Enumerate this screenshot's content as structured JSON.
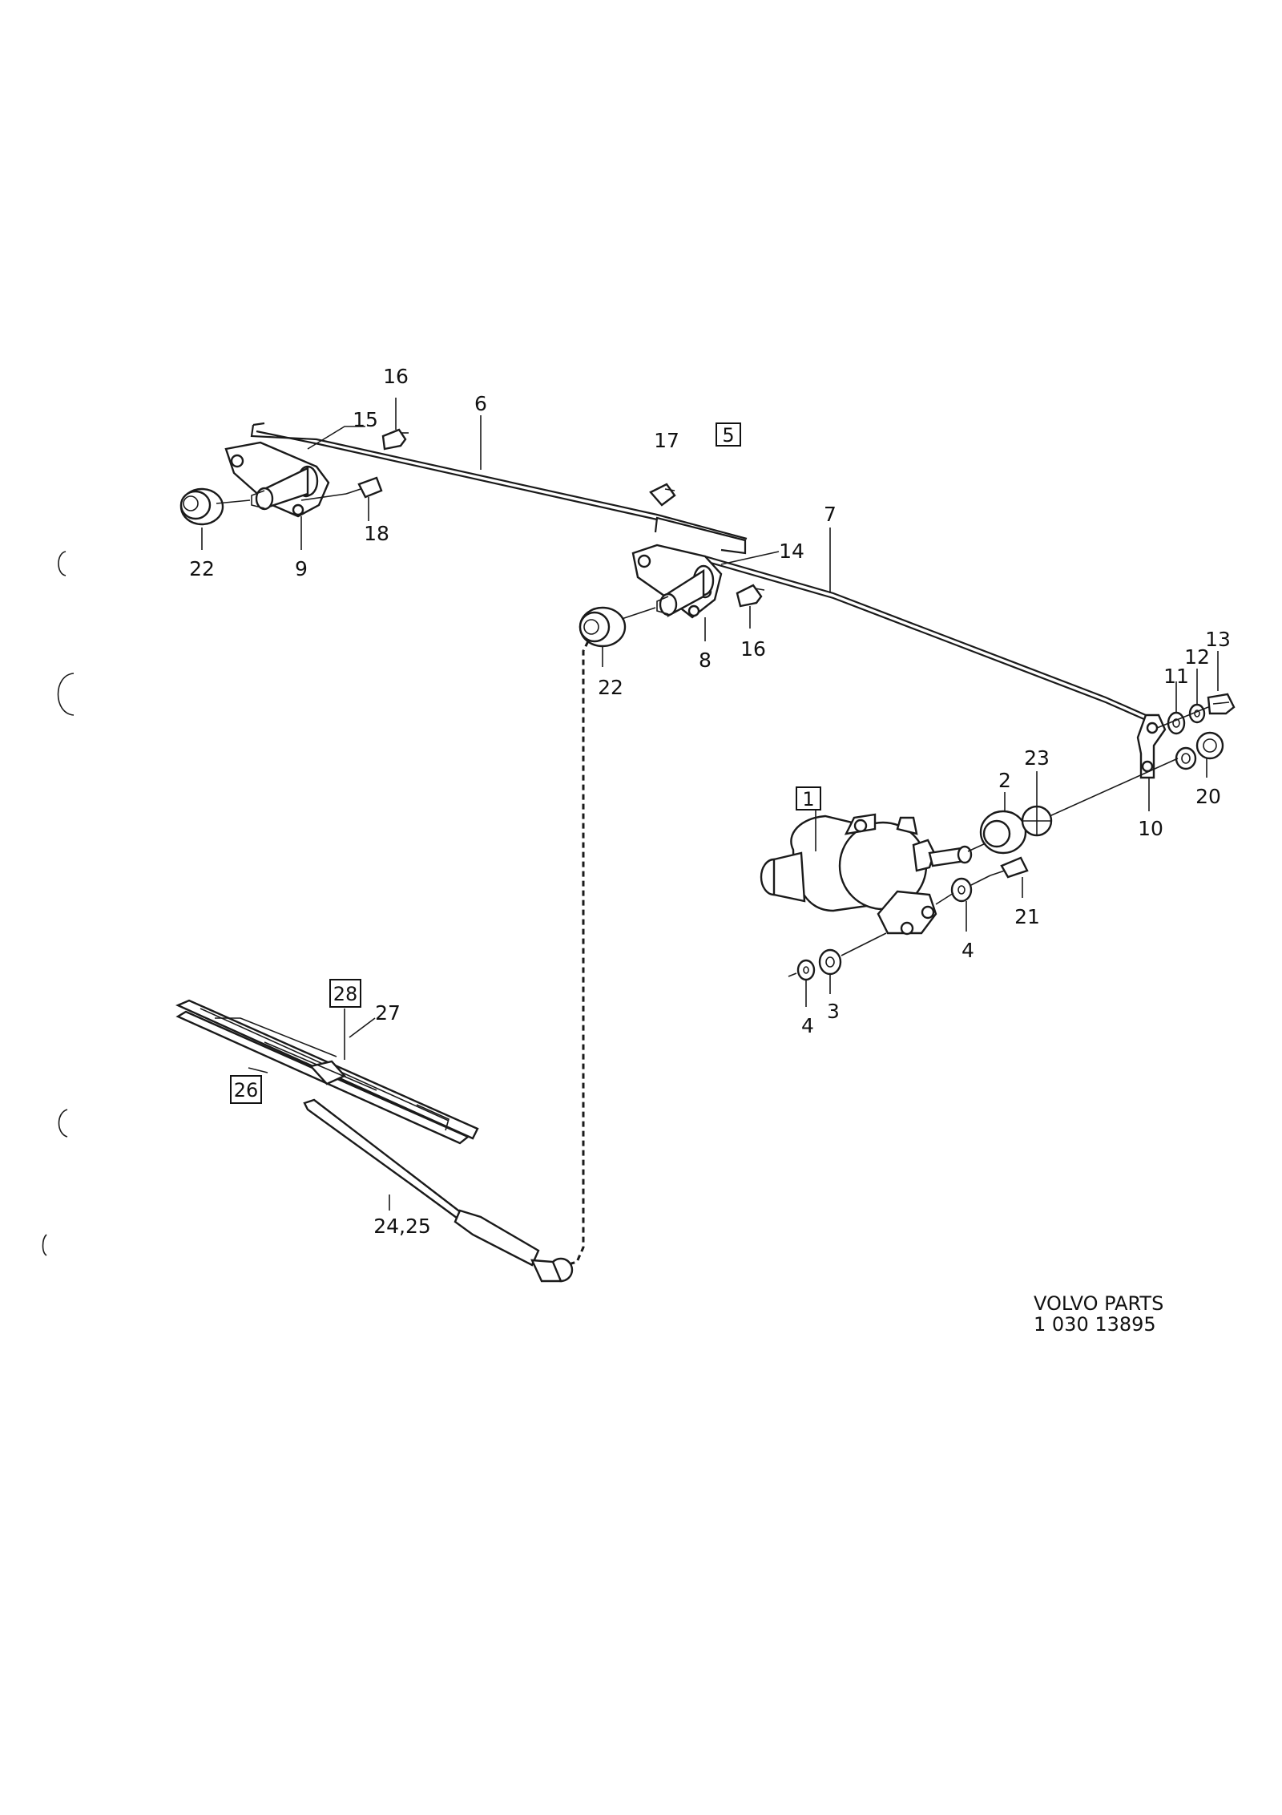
{
  "boxed_labels": {
    "assembly_5": "5",
    "motor_1": "1",
    "blade_28": "28",
    "rubber_26": "26"
  },
  "callouts": {
    "c16_top": "16",
    "c6": "6",
    "c15": "15",
    "c17": "17",
    "c7": "7",
    "c14": "14",
    "c22_left": "22",
    "c9": "9",
    "c18": "18",
    "c8": "8",
    "c16_mid": "16",
    "c22_mid": "22",
    "c13": "13",
    "c12": "12",
    "c11": "11",
    "c2": "2",
    "c23": "23",
    "c20": "20",
    "c10": "10",
    "c21": "21",
    "c4_right": "4",
    "c3": "3",
    "c4_left": "4",
    "c27": "27",
    "c24_25": "24,25"
  },
  "footer": {
    "brand": "VOLVO PARTS",
    "part_number": "1 030 13895"
  }
}
